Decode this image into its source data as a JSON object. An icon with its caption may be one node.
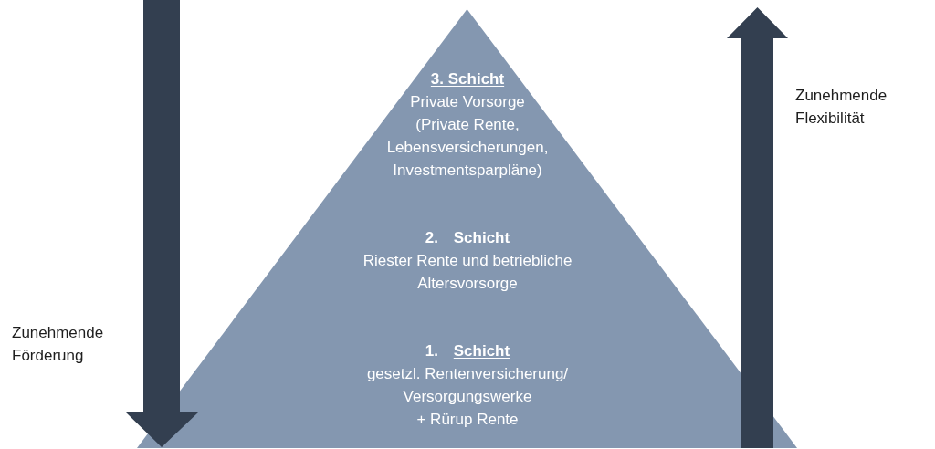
{
  "diagram": {
    "nodes": [
      {
        "text": [
          "3. Schicht",
          "Private Vorsorge (Private Rente, Lebensversicherungen, Investmentsparpläne)",
          "2. Schicht",
          "Riester Rente und betriebliche Altersvorsorge",
          "1. Schicht",
          "gesetzl. Rentenversicherung/ Versorgungswerke + Rürup Rente"
        ]
      }
    ],
    "labels": [
      "Zunehmende Förderung",
      "Zunehmende Flexibilität"
    ]
  }
}
